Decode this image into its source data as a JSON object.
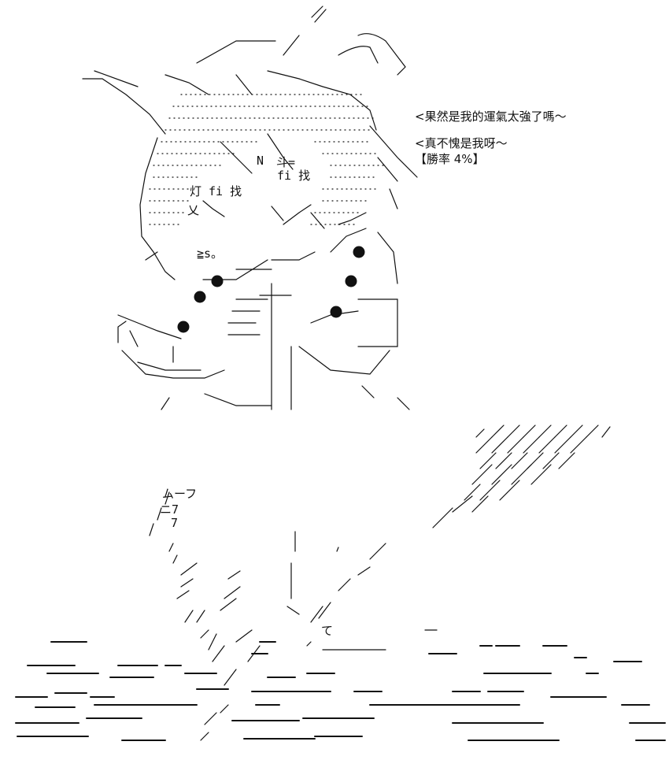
{
  "dialog": {
    "line1": "<果然是我的運氣太強了嗎～",
    "line2": "<真不愧是我呀～",
    "line3": "【勝率 4%】"
  },
  "ascii_labels": {
    "n_mark": "N",
    "dou": "斗=",
    "fi_1": "fi 找",
    "deng": "灯 fi 找",
    "cha": "乂",
    "ge": "≧s。",
    "mu_7": "ムーフ",
    "ni_7": "ニ7",
    "seven": "7",
    "te": "て"
  },
  "colors": {
    "ink": "#111111",
    "background": "#ffffff"
  }
}
